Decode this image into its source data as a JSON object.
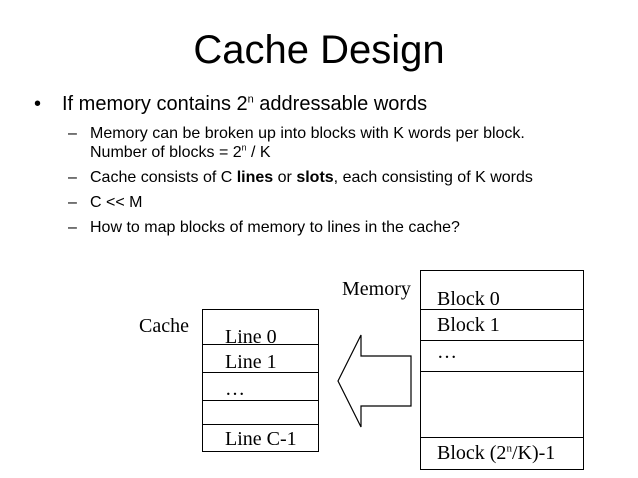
{
  "slide": {
    "title": "Cache Design",
    "bullet_mark": "•",
    "dash_mark": "–",
    "bullet": {
      "pre": "If memory contains 2",
      "sup": "n",
      "post": " addressable words"
    },
    "sub1": {
      "line1": "Memory can be broken up into blocks with K words per block.",
      "line2_pre": "Number of blocks = 2",
      "line2_sup": "n",
      "line2_post": " / K"
    },
    "sub2": {
      "pre": "Cache consists of C ",
      "bold1": "lines",
      "mid": " or ",
      "bold2": "slots",
      "post": ", each consisting of K words"
    },
    "sub3": "C << M",
    "sub4": "How to map blocks of memory to lines in the cache?"
  },
  "diagram": {
    "cache_label": "Cache",
    "memory_label": "Memory",
    "cache_lines": [
      "Line 0",
      "Line 1",
      "…",
      "",
      "Line C-1"
    ],
    "memory_blocks": [
      "Block 0",
      "Block 1",
      "…",
      ""
    ],
    "memory_last_pre": "Block (2",
    "memory_last_sup": "n",
    "memory_last_post": "/K)-1"
  }
}
